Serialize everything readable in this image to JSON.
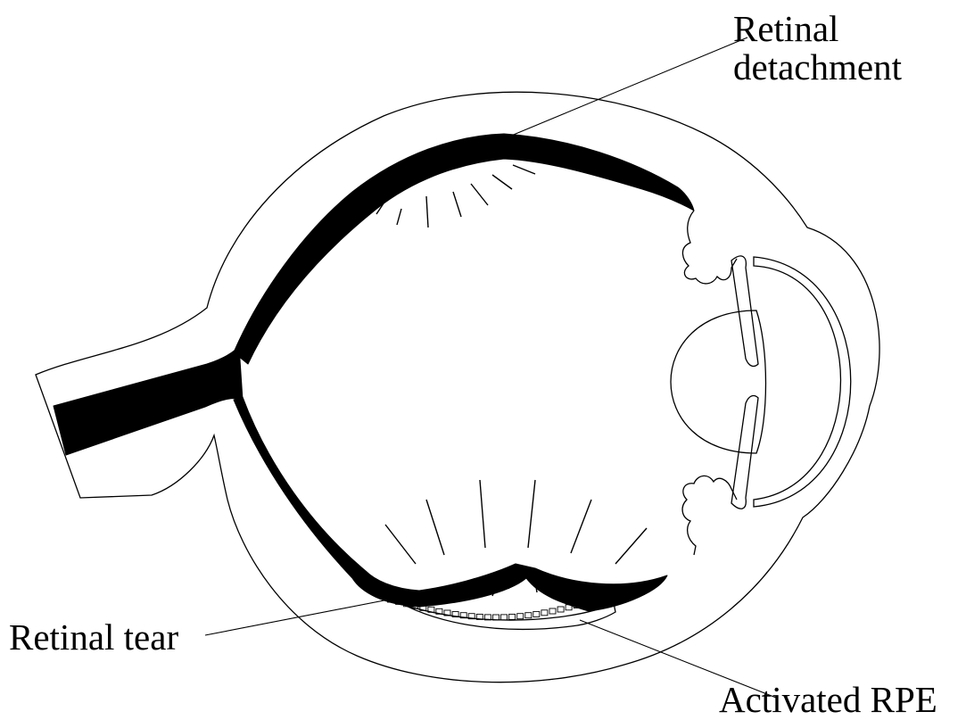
{
  "labels": {
    "retinal_detachment_line1": "Retinal",
    "retinal_detachment_line2": "detachment",
    "retinal_tear": "Retinal tear",
    "activated_rpe": "Activated RPE"
  },
  "colors": {
    "ink": "#000000",
    "background": "#ffffff"
  }
}
